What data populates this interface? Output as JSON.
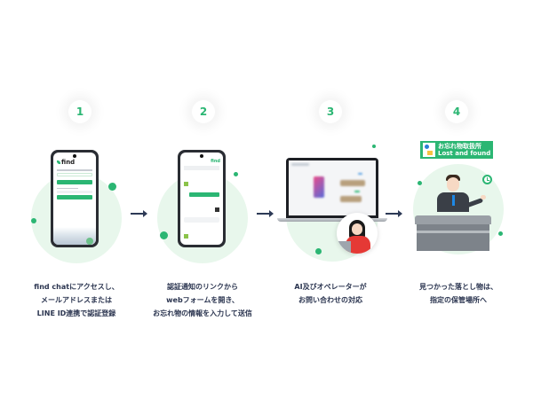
{
  "diagram": {
    "accent_color": "#2bb673",
    "arrow_color": "#2d3a56",
    "steps": [
      {
        "number": "1",
        "caption_lines": [
          "find chatにアクセスし、",
          "メールアドレスまたは",
          "LINE ID連携で認証登録"
        ],
        "illustration": "smartphone-login-screen",
        "phone": {
          "app_logo": "find"
        }
      },
      {
        "number": "2",
        "caption_lines": [
          "認証通知のリンクから",
          "webフォームを開き、",
          "お忘れ物の情報を入力して送信"
        ],
        "illustration": "smartphone-chat-screen",
        "phone": {
          "app_logo": "find"
        }
      },
      {
        "number": "3",
        "caption_lines": [
          "AI及びオペレーターが",
          "お問い合わせの対応"
        ],
        "illustration": "laptop-with-operator"
      },
      {
        "number": "4",
        "caption_lines": [
          "見つかった落とし物は、",
          "指定の保管場所へ"
        ],
        "illustration": "lost-and-found-counter",
        "sign": {
          "line1": "お忘れ物取扱所",
          "line2": "Lost and found"
        }
      }
    ],
    "arrows": [
      "arrow-right",
      "arrow-right",
      "arrow-right"
    ]
  }
}
